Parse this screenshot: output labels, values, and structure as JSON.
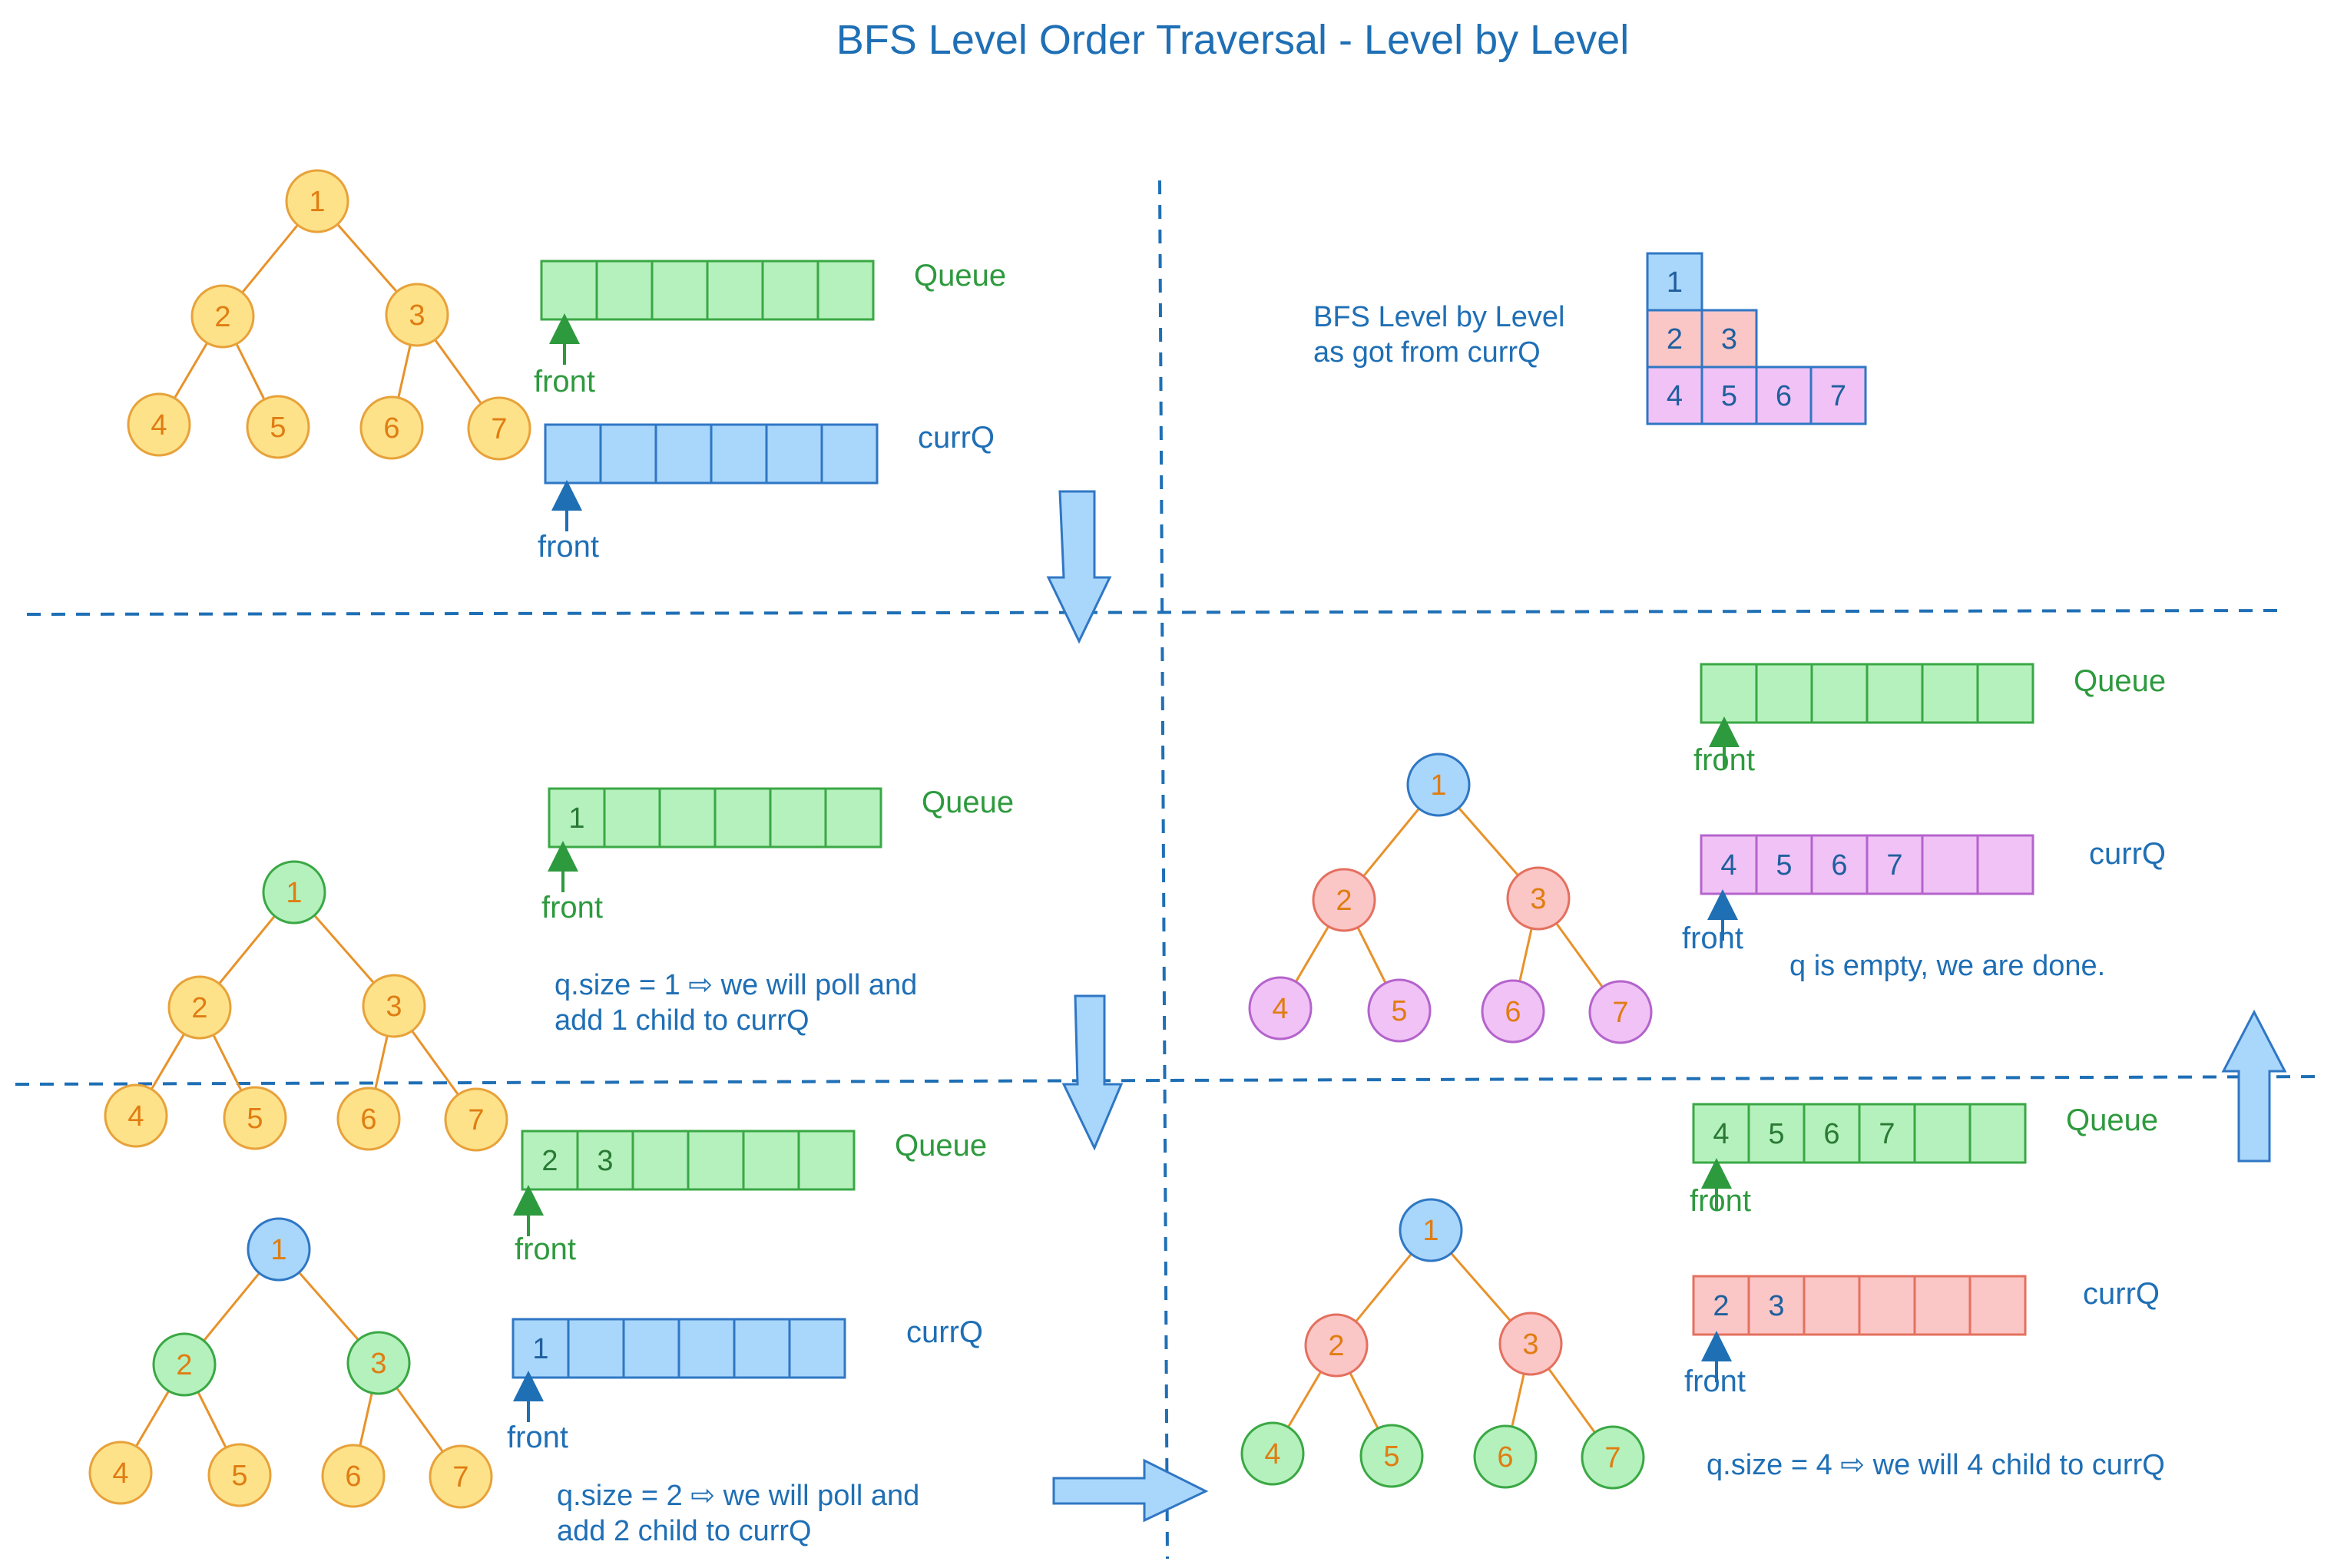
{
  "title": "BFS Level Order Traversal - Level by Level",
  "colors": {
    "yellow": "#fde28a",
    "yellowStroke": "#e8a23a",
    "green": "#b5f1bc",
    "greenStroke": "#3aa845",
    "blue": "#a9d6fb",
    "blueStroke": "#2f77c4",
    "red": "#fbc6c6",
    "redStroke": "#e4705f",
    "pink": "#f1c2f6",
    "pinkStroke": "#b464cc",
    "edge": "#e8922a"
  },
  "panels": [
    {
      "id": "initial",
      "nodeFill": [
        "yellow",
        "yellow",
        "yellow",
        "yellow",
        "yellow",
        "yellow",
        "yellow"
      ],
      "queues": [
        {
          "label": "Queue",
          "labelColor": "green",
          "fill": "green",
          "cells": [
            "",
            "",
            "",
            "",
            "",
            ""
          ],
          "front": "front"
        },
        {
          "label": "currQ",
          "labelColor": "blue",
          "fill": "blue",
          "cells": [
            "",
            "",
            "",
            "",
            "",
            ""
          ],
          "front": "front"
        }
      ],
      "notes": []
    },
    {
      "id": "step1",
      "nodeFill": [
        "green",
        "yellow",
        "yellow",
        "yellow",
        "yellow",
        "yellow",
        "yellow"
      ],
      "queues": [
        {
          "label": "Queue",
          "labelColor": "green",
          "fill": "green",
          "cells": [
            "1",
            "",
            "",
            "",
            "",
            ""
          ],
          "front": "front"
        }
      ],
      "notes": [
        "q.size = 1 ⇨ we will poll and",
        "add 1 child to currQ"
      ]
    },
    {
      "id": "step2",
      "nodeFill": [
        "blue",
        "green",
        "green",
        "yellow",
        "yellow",
        "yellow",
        "yellow"
      ],
      "queues": [
        {
          "label": "Queue",
          "labelColor": "green",
          "fill": "green",
          "cells": [
            "2",
            "3",
            "",
            "",
            "",
            ""
          ],
          "front": "front"
        },
        {
          "label": "currQ",
          "labelColor": "blue",
          "fill": "blue",
          "cells": [
            "1",
            "",
            "",
            "",
            "",
            ""
          ],
          "front": "front"
        }
      ],
      "notes": [
        "q.size = 2 ⇨ we will poll and",
        "add 2 child to currQ"
      ]
    },
    {
      "id": "step3",
      "nodeFill": [
        "blue",
        "red",
        "red",
        "green",
        "green",
        "green",
        "green"
      ],
      "queues": [
        {
          "label": "Queue",
          "labelColor": "green",
          "fill": "green",
          "cells": [
            "4",
            "5",
            "6",
            "7",
            "",
            ""
          ],
          "front": "front"
        },
        {
          "label": "currQ",
          "labelColor": "blue",
          "fill": "red",
          "cells": [
            "2",
            "3",
            "",
            "",
            "",
            ""
          ],
          "front": "front"
        }
      ],
      "notes": [
        "q.size = 4 ⇨ we will 4 child to currQ"
      ]
    },
    {
      "id": "done",
      "nodeFill": [
        "blue",
        "red",
        "red",
        "pink",
        "pink",
        "pink",
        "pink"
      ],
      "queues": [
        {
          "label": "Queue",
          "labelColor": "green",
          "fill": "green",
          "cells": [
            "",
            "",
            "",
            "",
            "",
            ""
          ],
          "front": "front"
        },
        {
          "label": "currQ",
          "labelColor": "blue",
          "fill": "pink",
          "cells": [
            "4",
            "5",
            "6",
            "7",
            "",
            ""
          ],
          "front": "front"
        }
      ],
      "notes": [
        "q is empty, we are done."
      ]
    }
  ],
  "result": {
    "lines": [
      "BFS Level by Level",
      "as got from currQ"
    ],
    "rows": [
      {
        "fill": "blue",
        "cells": [
          "1"
        ]
      },
      {
        "fill": "red",
        "cells": [
          "2",
          "3"
        ]
      },
      {
        "fill": "pink",
        "cells": [
          "4",
          "5",
          "6",
          "7"
        ]
      }
    ]
  },
  "nodeLabels": [
    "1",
    "2",
    "3",
    "4",
    "5",
    "6",
    "7"
  ]
}
